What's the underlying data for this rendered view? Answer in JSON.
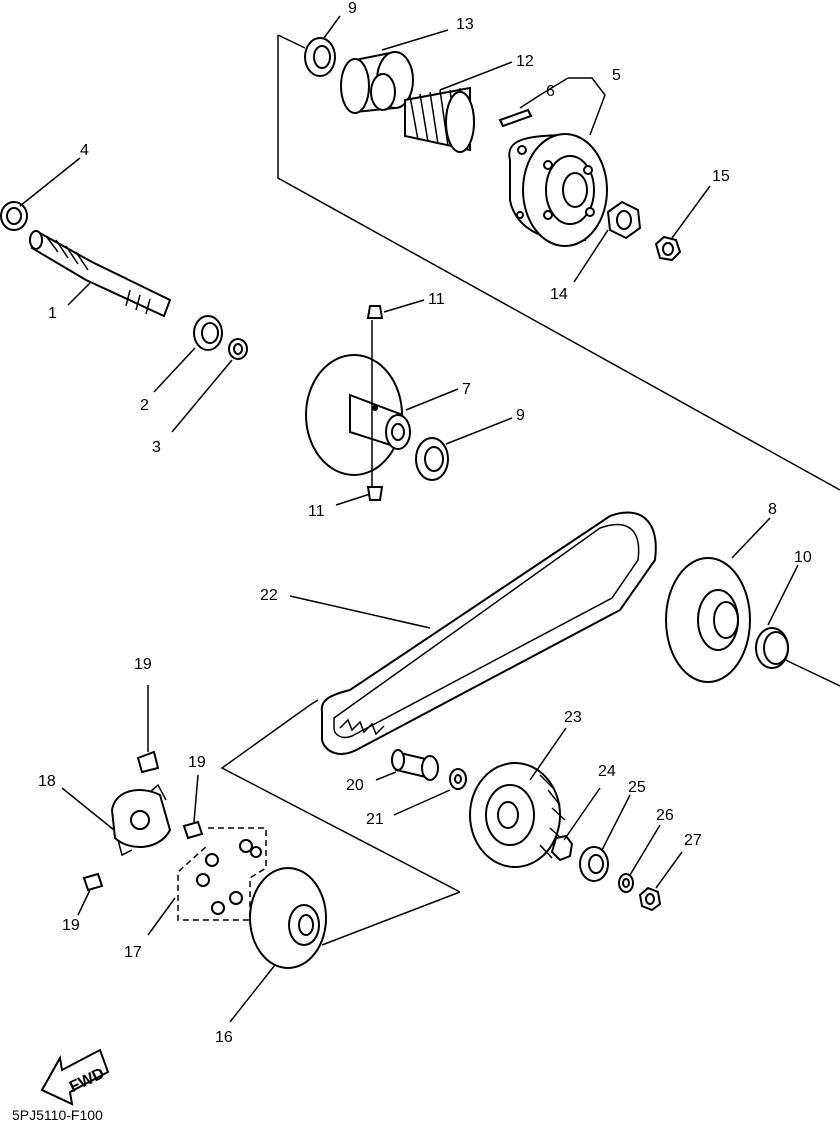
{
  "diagram": {
    "callouts": [
      "1",
      "2",
      "3",
      "4",
      "5",
      "6",
      "7",
      "8",
      "9",
      "9",
      "10",
      "11",
      "11",
      "12",
      "13",
      "14",
      "15",
      "16",
      "17",
      "18",
      "19",
      "19",
      "19",
      "20",
      "21",
      "22",
      "23",
      "24",
      "25",
      "26",
      "27"
    ],
    "fwd_label": "FWD",
    "drawing_code": "5PJ5110-F100"
  }
}
